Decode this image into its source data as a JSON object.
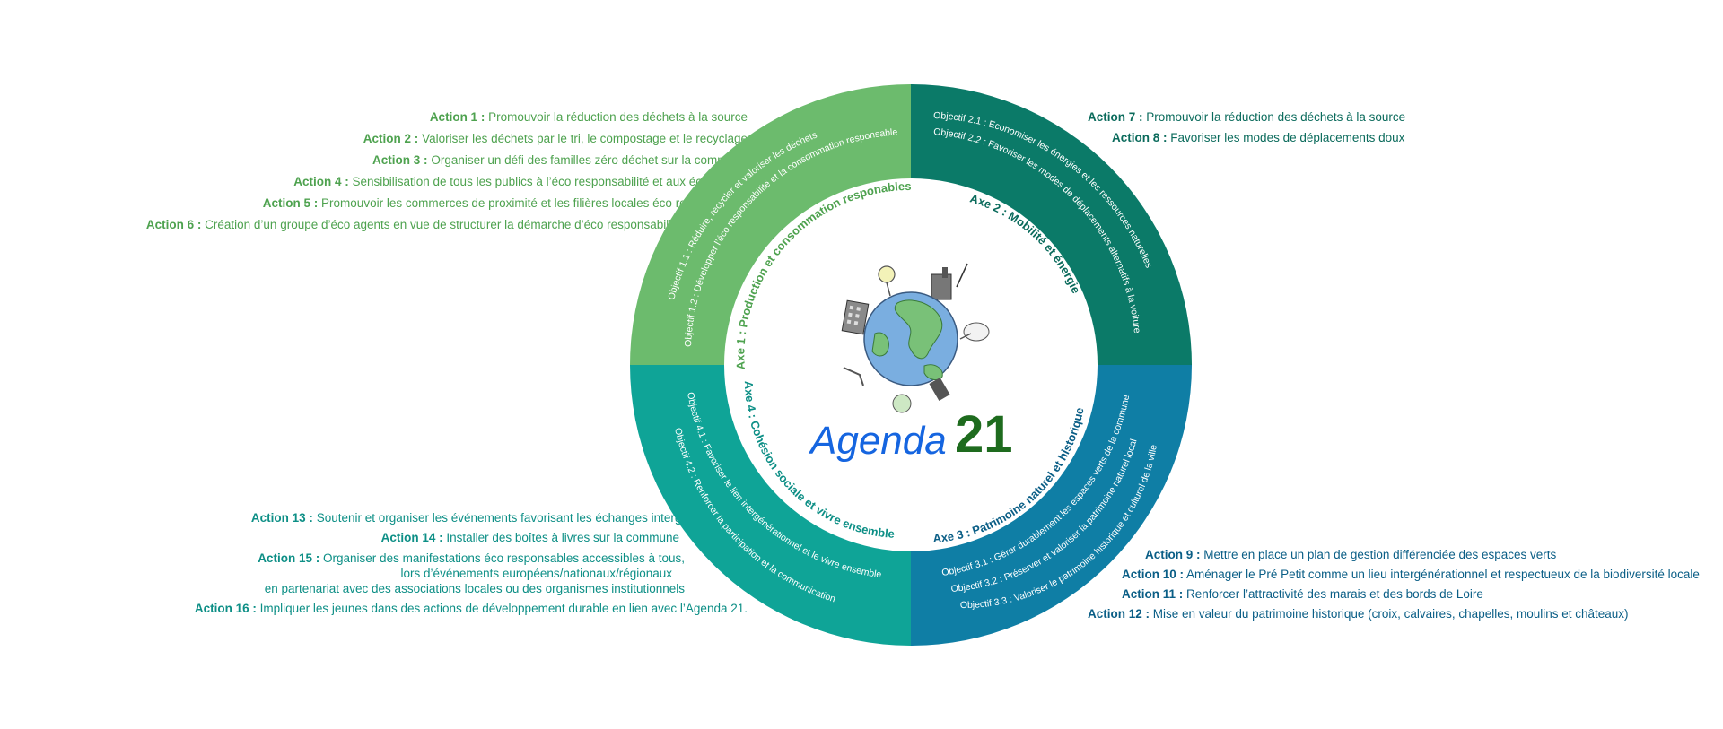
{
  "colors": {
    "green": "#6cbb6d",
    "teal_dark": "#0b7a68",
    "teal": "#0fa497",
    "blue": "#0f7ea5",
    "green_text": "#4ea24f",
    "teal_dark_text": "#0b6b5c",
    "teal_text": "#0d8f86",
    "blue_text": "#0a5e86",
    "title_blue": "#1565e0",
    "title_green": "#1e6b1e"
  },
  "title": {
    "word": "Agenda",
    "number": "21"
  },
  "center_icon": "earth-globe-drawing",
  "axes": [
    {
      "label": "Axe 1 : Production et consommation responables"
    },
    {
      "label": "Axe 2 : Mobilité et énergie"
    },
    {
      "label": "Axe 3 : Patrimoine naturel et historique"
    },
    {
      "label": "Axe 4 : Cohésion sociale et vivre ensemble"
    }
  ],
  "objectives": {
    "q1": [
      "Objectif 1.1 : Réduire, recycler et valoriser les déchets",
      "Objectif 1.2 : Développer l’éco responsabilité et la consommation responsable"
    ],
    "q2": [
      "Objectif 2.1 : Economiser les énergies et les ressources naturelles",
      "Objectif 2.2 : Favoriser les modes de déplacements alternatifs à la voiture"
    ],
    "q3": [
      "Objectif 3.1 : Gérer durablement les espaces verts de la commune",
      "Objectif 3.2 : Préserver et valoriser la patrimoine naturel local",
      "Objectif 3.3 : Valoriser le patrimoine historique et culturel de la ville"
    ],
    "q4": [
      "Objectif 4.1 : Favoriser le lien intergénérationnel et le vivre ensemble",
      "Objectif 4.2 : Renforcer la participation et la communication"
    ]
  },
  "actions_green": [
    {
      "num": "Action 1 :",
      "text": "Promouvoir la réduction des déchets à la source"
    },
    {
      "num": "Action 2 :",
      "text": "Valoriser les déchets par le tri, le compostage et le recyclage"
    },
    {
      "num": "Action 3 :",
      "text": "Organiser un défi des familles zéro déchet sur la commune"
    },
    {
      "num": "Action 4 :",
      "text": "Sensibilisation de tous les publics à l’éco responsabilité et aux éco gestes"
    },
    {
      "num": "Action 5 :",
      "text": "Promouvoir les commerces de proximité et les filières locales éco responsables"
    },
    {
      "num": "Action 6 :",
      "text": "Création d’un groupe d’éco agents en vue de structurer la démarche d’éco responsabilité de la Mairie"
    }
  ],
  "actions_teal_dark": [
    {
      "num": "Action 7 :",
      "text": "Promouvoir la réduction des déchets à la source"
    },
    {
      "num": "Action 8 :",
      "text": "Favoriser les modes de déplacements doux"
    }
  ],
  "actions_teal": [
    {
      "num": "Action 13 :",
      "text": "Soutenir et organiser les événements favorisant les échanges intergénérationels"
    },
    {
      "num": "Action 14 :",
      "text": "Installer des boîtes à livres sur la commune"
    },
    {
      "num": "Action 15 :",
      "text": "Organiser des manifestations éco responsables accessibles à tous,",
      "line2": "lors d’événements européens/nationaux/régionaux",
      "line3": "en partenariat avec des associations locales ou des organismes institutionnels"
    },
    {
      "num": "Action 16 :",
      "text": "Impliquer les jeunes dans des actions de développement durable en lien avec l’Agenda 21."
    }
  ],
  "actions_blue": [
    {
      "num": "Action 9 :",
      "text": "Mettre en place un plan de gestion différenciée des espaces verts"
    },
    {
      "num": "Action 10 :",
      "text": "Aménager le Pré Petit comme un lieu intergénérationnel et respectueux de la biodiversité locale"
    },
    {
      "num": "Action 11 :",
      "text": "Renforcer l’attractivité des marais et des bords de Loire"
    },
    {
      "num": "Action 12 :",
      "text": "Mise en valeur du patrimoine historique (croix, calvaires, chapelles, moulins et châteaux)"
    }
  ]
}
